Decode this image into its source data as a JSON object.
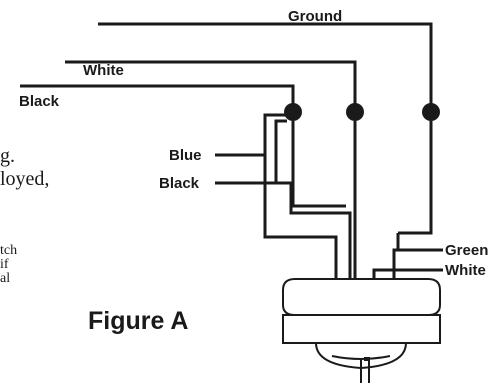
{
  "labels": {
    "ground": "Ground",
    "white_top": "White",
    "black_top": "Black",
    "blue": "Blue",
    "black_mid": "Black",
    "green": "Green",
    "white_right": "White"
  },
  "figure_caption": "Figure A",
  "cropped_text": {
    "line1": "g.",
    "line2": "loyed,",
    "line3": "tch",
    "line4": "if",
    "line5": "al"
  }
}
